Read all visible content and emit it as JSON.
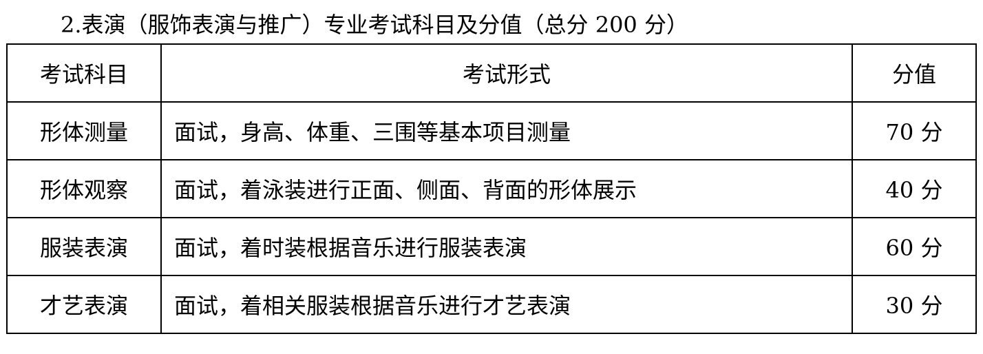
{
  "title": "2.表演（服饰表演与推广）专业考试科目及分值（总分 200 分）",
  "table": {
    "headers": [
      "考试科目",
      "考试形式",
      "分值"
    ],
    "rows": [
      [
        "形体测量",
        "面试，身高、体重、三围等基本项目测量",
        "70 分"
      ],
      [
        "形体观察",
        "面试，着泳装进行正面、侧面、背面的形体展示",
        "40 分"
      ],
      [
        "服装表演",
        "面试，着时装根据音乐进行服装表演",
        "60 分"
      ],
      [
        "才艺表演",
        "面试，着相关服装根据音乐进行才艺表演",
        "30 分"
      ]
    ]
  }
}
